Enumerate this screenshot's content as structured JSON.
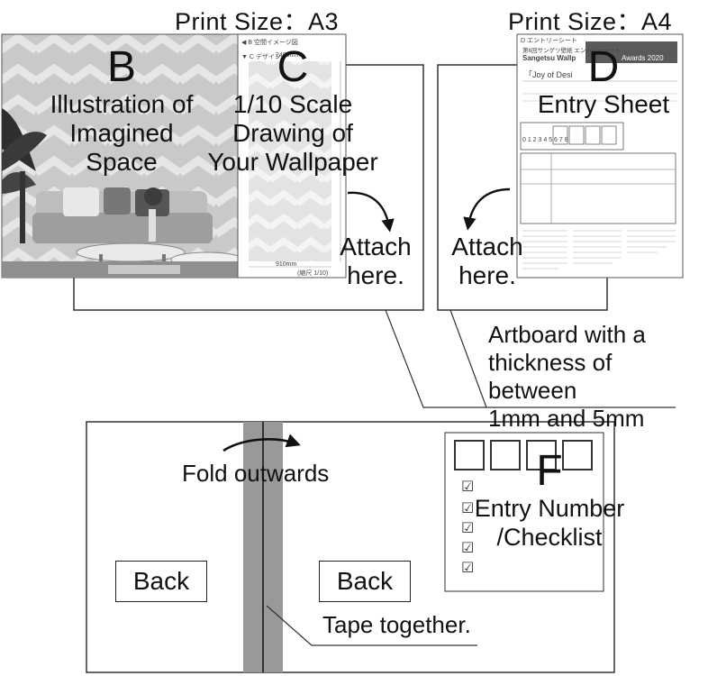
{
  "top_left": {
    "print_size": "Print Size：A3",
    "b_label": {
      "letter": "B",
      "lines": [
        "Illustration of",
        "Imagined",
        "Space"
      ]
    },
    "c_label": {
      "letter": "C",
      "lines": [
        "1/10 Scale",
        "Drawing of",
        "Your Wallpaper"
      ]
    },
    "attach": [
      "Attach",
      "here."
    ],
    "inner_small": {
      "b_caption": "◀ B 空間イメージ図",
      "c_caption": "▼ C デザイン",
      "width_note": "910mm",
      "scale_note": "(縮尺 1/10)",
      "height_note": "2400mm"
    }
  },
  "top_right": {
    "print_size": "Print Size：A4",
    "d_label": {
      "letter": "D",
      "lines": [
        "Entry Sheet"
      ]
    },
    "attach": [
      "Attach",
      "here."
    ],
    "sheet": {
      "corner": "D エントリーシート",
      "header_jp": "第6回サンゲツ壁紙 エントリーシート",
      "header_en_left": "Sangetsu Wallp",
      "header_en_right": "Awards 2020",
      "theme": "「Joy of Desi",
      "numbers": "0 1 2 3 4 5 6 7 8"
    }
  },
  "artboard_note": [
    "Artboard with a",
    "thickness of between",
    "1mm and 5mm"
  ],
  "bottom": {
    "fold_label_plain": "Fold ",
    "fold_label_bold": "outwards",
    "back_left": "Back",
    "back_right": "Back",
    "tape_label": "Tape together.",
    "f_label": {
      "letter": "F",
      "lines": [
        "Entry Number",
        "/Checklist"
      ]
    }
  },
  "icons": [
    "curved-arrow-icon",
    "check-icon"
  ]
}
